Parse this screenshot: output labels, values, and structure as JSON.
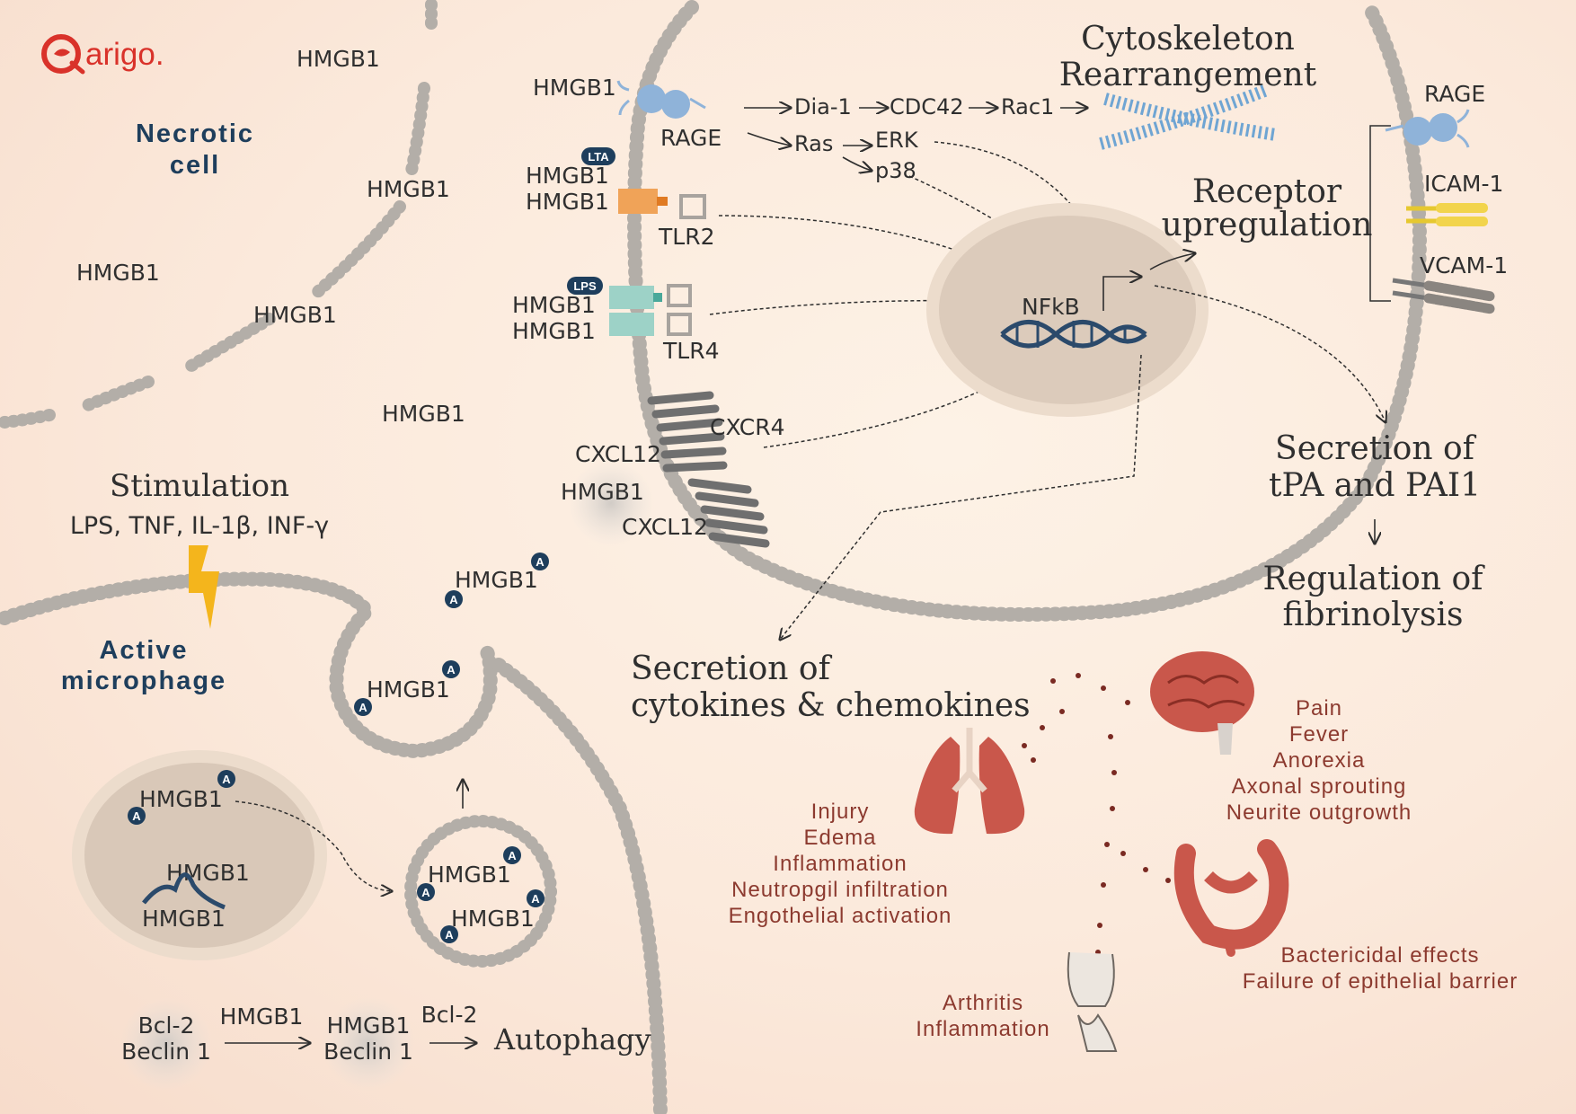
{
  "brand": {
    "name": "arigo."
  },
  "colors": {
    "accent_red": "#d9322a",
    "title_blue": "#1e3e5c",
    "effect_text": "#8c3a2f",
    "membrane": "#b9b5b0",
    "nucleus": "#d9c8b8",
    "organ": "#c9574b"
  },
  "cells": {
    "necrotic": {
      "title_line1": "Necrotic",
      "title_line2": "cell"
    },
    "macrophage": {
      "title_line1": "Active",
      "title_line2": "microphage"
    }
  },
  "necrotic_hmgb1": [
    "HMGB1",
    "HMGB1",
    "HMGB1",
    "HMGB1",
    "HMGB1"
  ],
  "stimulation": {
    "title": "Stimulation",
    "agents": "LPS, TNF, IL-1β, INF-γ"
  },
  "receptors": {
    "rage_ligand": "HMGB1",
    "rage": "RAGE",
    "lta": "LTA",
    "tlr2_ligands": [
      "HMGB1",
      "HMGB1"
    ],
    "tlr2": "TLR2",
    "lps": "LPS",
    "tlr4_ligands": [
      "HMGB1",
      "HMGB1"
    ],
    "tlr4": "TLR4",
    "cxcr4": "CXCR4",
    "cxcl12_a": "CXCL12",
    "cxcl12_hmgb1": "HMGB1",
    "cxcl12_b": "CXCL12"
  },
  "pathway": {
    "dia1": "Dia-1",
    "cdc42": "CDC42",
    "rac1": "Rac1",
    "ras": "Ras",
    "erk": "ERK",
    "p38": "p38",
    "nfkb": "NFkB"
  },
  "outcomes": {
    "cytoskeleton_line1": "Cytoskeleton",
    "cytoskeleton_line2": "Rearrangement",
    "receptor_line1": "Receptor",
    "receptor_line2": "upregulation",
    "right_rage": "RAGE",
    "icam": "ICAM-1",
    "vcam": "VCAM-1",
    "tpa_line1": "Secretion of",
    "tpa_line2": "tPA and PAI1",
    "fibrin_line1": "Regulation of",
    "fibrin_line2": "fibrinolysis",
    "cytokines_line1": "Secretion of",
    "cytokines_line2": "cytokines & chemokines"
  },
  "macrophage_inner": {
    "secreted_1": "HMGB1",
    "secreted_2": "HMGB1",
    "nucleus_1": "HMGB1",
    "nucleus_2": "HMGB1",
    "nucleus_3": "HMGB1",
    "vesicle_1": "HMGB1",
    "vesicle_2": "HMGB1",
    "acetyl": "A"
  },
  "autophagy": {
    "complex1_line1": "Bcl-2",
    "complex1_line2": "Beclin 1",
    "arrow1_label": "HMGB1",
    "complex2_line1": "HMGB1",
    "complex2_line2": "Beclin 1",
    "arrow2_label": "Bcl-2",
    "result": "Autophagy"
  },
  "effects": {
    "brain": [
      "Pain",
      "Fever",
      "Anorexia",
      "Axonal sprouting",
      "Neurite outgrowth"
    ],
    "lung": [
      "Injury",
      "Edema",
      "Inflammation",
      "Neutropgil infiltration",
      "Engothelial activation"
    ],
    "gut": [
      "Bactericidal effects",
      "Failure of epithelial barrier"
    ],
    "joint": [
      "Arthritis",
      "Inflammation"
    ]
  }
}
